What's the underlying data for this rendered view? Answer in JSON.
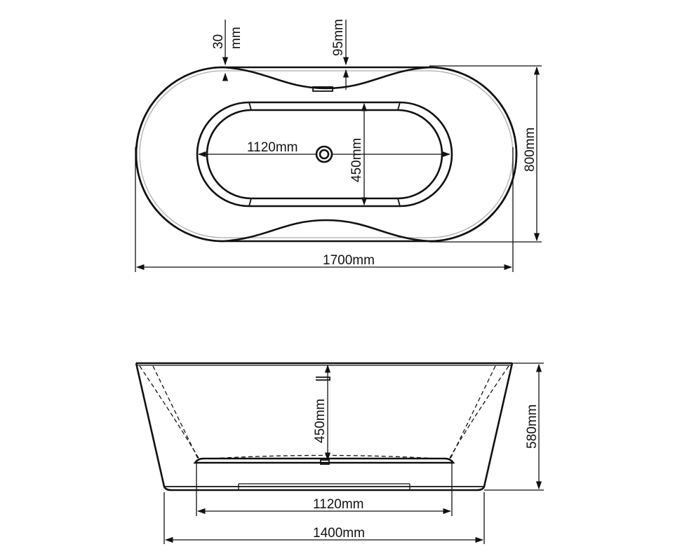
{
  "top_view": {
    "rim_width_top": "30",
    "rim_width_top_unit": "mm",
    "overflow_depth": "95mm",
    "inner_length": "1120mm",
    "inner_width": "450mm",
    "overall_width": "800mm",
    "overall_length": "1700mm"
  },
  "side_view": {
    "inner_depth": "450mm",
    "overall_height": "580mm",
    "bottom_inner_length": "1120mm",
    "base_length": "1400mm"
  }
}
